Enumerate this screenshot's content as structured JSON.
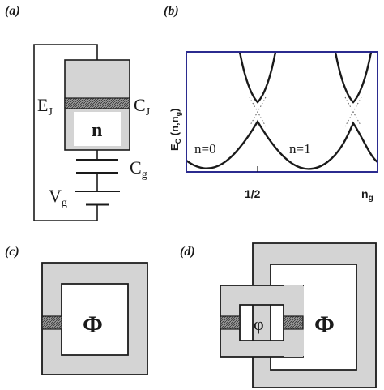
{
  "colors": {
    "ink": "#1a1a1a",
    "frame": "#2b2b8f",
    "gray_fill": "#d4d4d4",
    "hatch": "#808080"
  },
  "panel_a": {
    "label": "(a)",
    "junction_energy": "E",
    "junction_energy_sub": "J",
    "junction_capacitance": "C",
    "junction_capacitance_sub": "J",
    "island_charge": "n",
    "gate_capacitance": "C",
    "gate_capacitance_sub": "g",
    "gate_voltage": "V",
    "gate_voltage_sub": "g"
  },
  "panel_b": {
    "label": "(b)",
    "ylabel": "E",
    "ylabel_sub": "C",
    "ylabel_args": " (n,n",
    "ylabel_args_sub": "g",
    "ylabel_close": ")",
    "xlabel": "n",
    "xlabel_sub": "g",
    "tick_label": "1/2",
    "curve_labels": [
      "n=0",
      "n=1"
    ]
  },
  "panel_c": {
    "label": "(c)",
    "flux_symbol": "Φ"
  },
  "panel_d": {
    "label": "(d)",
    "small_flux_symbol": "φ",
    "large_flux_symbol": "Φ"
  }
}
